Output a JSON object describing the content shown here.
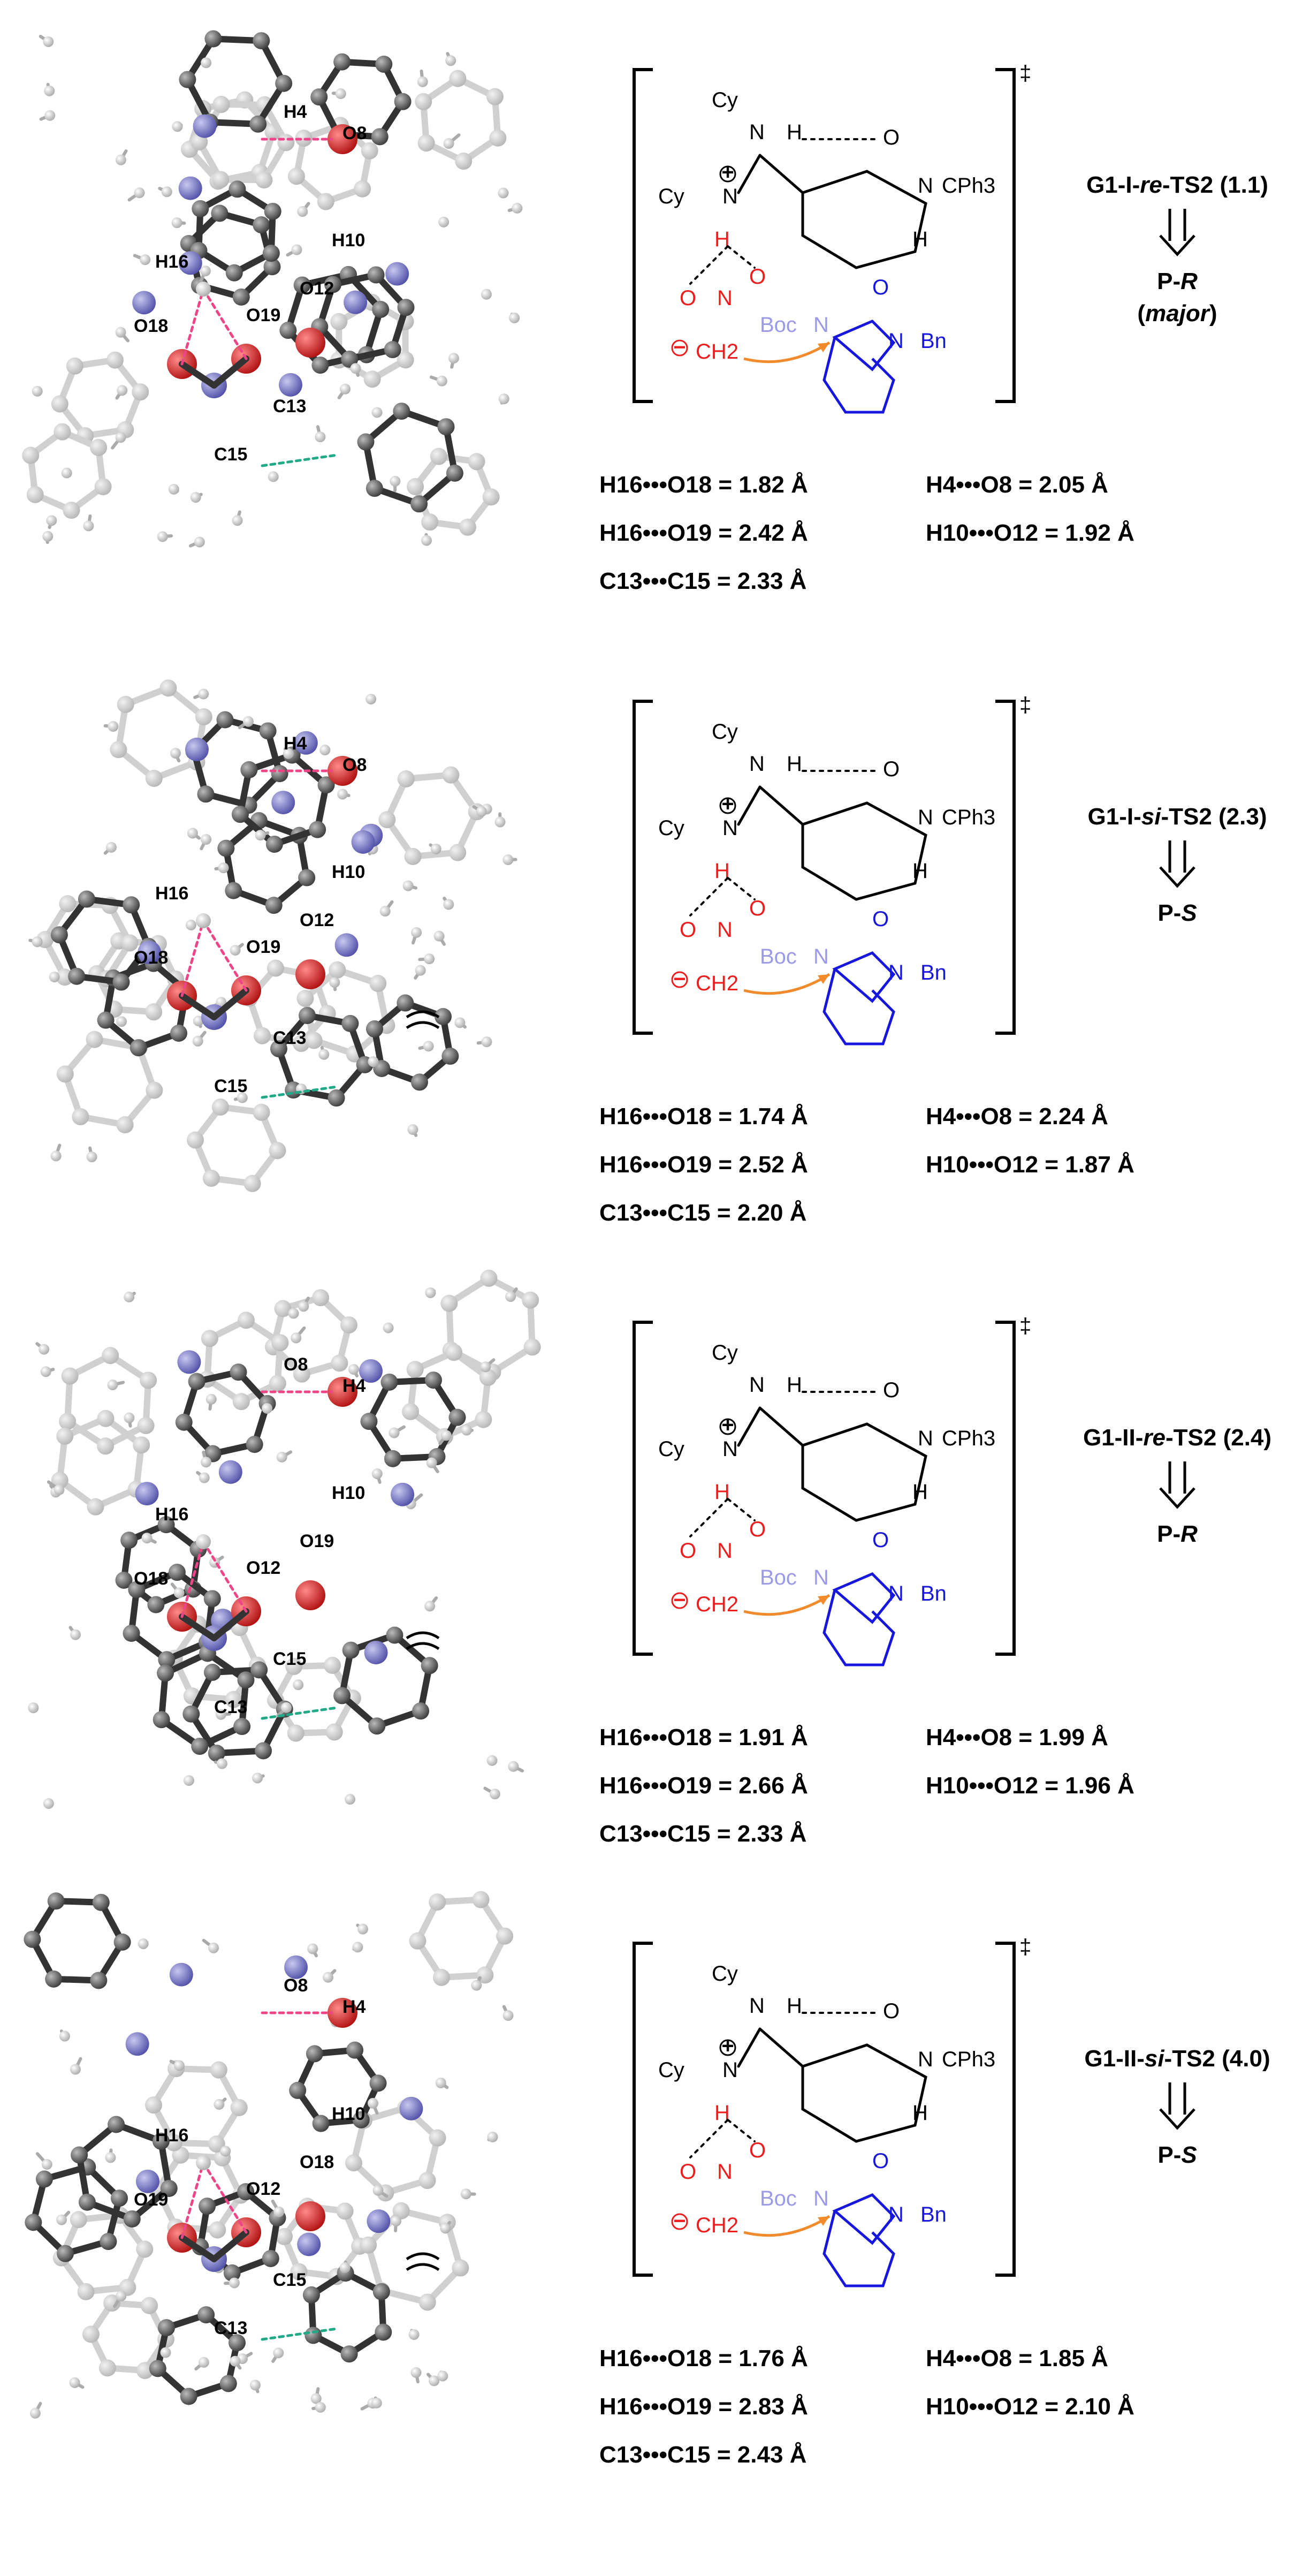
{
  "colors": {
    "red": "#ee1c1c",
    "blue": "#1616dd",
    "lightblue": "#9a9ae6",
    "orange": "#f08a2a",
    "carbon": "#555555",
    "oxygen": "#dd2222",
    "nitrogen": "#7878c8",
    "bond_hbond": "#ee4488"
  },
  "panels": [
    {
      "ts_label": "G1-I-re-TS2 (1.1)",
      "ts_prefix": "G1-I-",
      "ts_italic": "re",
      "ts_suffix": "-TS2 (1.1)",
      "product_prefix": "P-",
      "product_config": "R",
      "product_note": "major",
      "dagger": "‡",
      "scheme": {
        "cy_top": "Cy",
        "cy_left": "Cy",
        "h_top": "H",
        "n_top": "N",
        "n_plus": "N",
        "plus": "+",
        "o_top": "O",
        "n_right": "N",
        "h_right": "H",
        "cph3": "CPh3",
        "h_left": "H",
        "o_red1": "O",
        "n_red": "N",
        "o_red2": "O",
        "minus": "−",
        "ch2": "CH2",
        "boc": "Boc",
        "n_imine": "N",
        "o_blue": "O",
        "n_blue": "N",
        "bn": "Bn"
      },
      "atoms": {
        "a1": "H4",
        "a2": "O8",
        "a3": "H10",
        "a4": "H16",
        "a5": "O12",
        "a6": "O18",
        "a7": "O19",
        "a8": "C13",
        "a9": "C15"
      },
      "distances": {
        "d1": "H16•••O18 = 1.82 Å",
        "d2": "H4•••O8 = 2.05 Å",
        "d3": "H16•••O19 = 2.42 Å",
        "d4": "H10•••O12 = 1.92 Å",
        "d5": "C13•••C15 = 2.33 Å"
      }
    },
    {
      "ts_label": "G1-I-si-TS2 (2.3)",
      "ts_prefix": "G1-I-",
      "ts_italic": "si",
      "ts_suffix": "-TS2 (2.3)",
      "product_prefix": "P-",
      "product_config": "S",
      "product_note": "",
      "dagger": "‡",
      "scheme": {
        "cy_top": "Cy",
        "cy_left": "Cy",
        "h_top": "H",
        "n_top": "N",
        "n_plus": "N",
        "plus": "+",
        "o_top": "O",
        "n_right": "N",
        "h_right": "H",
        "cph3": "CPh3",
        "h_left": "H",
        "o_red1": "O",
        "n_red": "N",
        "o_red2": "O",
        "minus": "−",
        "ch2": "CH2",
        "boc": "Boc",
        "n_imine": "N",
        "o_blue": "O",
        "n_blue": "N",
        "bn": "Bn"
      },
      "atoms": {
        "a1": "H4",
        "a2": "O8",
        "a3": "H10",
        "a4": "H16",
        "a5": "O12",
        "a6": "O18",
        "a7": "O19",
        "a8": "C13",
        "a9": "C15"
      },
      "distances": {
        "d1": "H16•••O18 = 1.74 Å",
        "d2": "H4•••O8 = 2.24 Å",
        "d3": "H16•••O19 = 2.52 Å",
        "d4": "H10•••O12 = 1.87 Å",
        "d5": "C13•••C15 = 2.20 Å"
      }
    },
    {
      "ts_label": "G1-II-re-TS2 (2.4)",
      "ts_prefix": "G1-II-",
      "ts_italic": "re",
      "ts_suffix": "-TS2 (2.4)",
      "product_prefix": "P-",
      "product_config": "R",
      "product_note": "",
      "dagger": "‡",
      "scheme": {
        "cy_top": "Cy",
        "cy_left": "Cy",
        "h_top": "H",
        "n_top": "N",
        "n_plus": "N",
        "plus": "+",
        "o_top": "O",
        "n_right": "N",
        "h_right": "H",
        "cph3": "CPh3",
        "h_left": "H",
        "o_red1": "O",
        "n_red": "N",
        "o_red2": "O",
        "minus": "−",
        "ch2": "CH2",
        "boc": "Boc",
        "n_imine": "N",
        "o_blue": "O",
        "n_blue": "N",
        "bn": "Bn"
      },
      "atoms": {
        "a1": "O8",
        "a2": "H4",
        "a3": "H10",
        "a4": "H16",
        "a5": "O19",
        "a6": "O18",
        "a7": "O12",
        "a8": "C15",
        "a9": "C13"
      },
      "distances": {
        "d1": "H16•••O18 = 1.91 Å",
        "d2": "H4•••O8 = 1.99 Å",
        "d3": "H16•••O19 = 2.66 Å",
        "d4": "H10•••O12 = 1.96 Å",
        "d5": "C13•••C15 = 2.33 Å"
      }
    },
    {
      "ts_label": "G1-II-si-TS2 (4.0)",
      "ts_prefix": "G1-II-",
      "ts_italic": "si",
      "ts_suffix": "-TS2 (4.0)",
      "product_prefix": "P-",
      "product_config": "S",
      "product_note": "",
      "dagger": "‡",
      "scheme": {
        "cy_top": "Cy",
        "cy_left": "Cy",
        "h_top": "H",
        "n_top": "N",
        "n_plus": "N",
        "plus": "+",
        "o_top": "O",
        "n_right": "N",
        "h_right": "H",
        "cph3": "CPh3",
        "h_left": "H",
        "o_red1": "O",
        "n_red": "N",
        "o_red2": "O",
        "minus": "−",
        "ch2": "CH2",
        "boc": "Boc",
        "n_imine": "N",
        "o_blue": "O",
        "n_blue": "N",
        "bn": "Bn"
      },
      "atoms": {
        "a1": "O8",
        "a2": "H4",
        "a3": "H10",
        "a4": "H16",
        "a5": "O18",
        "a6": "O19",
        "a7": "O12",
        "a8": "C15",
        "a9": "C13"
      },
      "distances": {
        "d1": "H16•••O18 = 1.76 Å",
        "d2": "H4•••O8 = 1.85 Å",
        "d3": "H16•••O19 = 2.83 Å",
        "d4": "H10•••O12 = 2.10 Å",
        "d5": "C13•••C15 = 2.43 Å"
      }
    }
  ]
}
